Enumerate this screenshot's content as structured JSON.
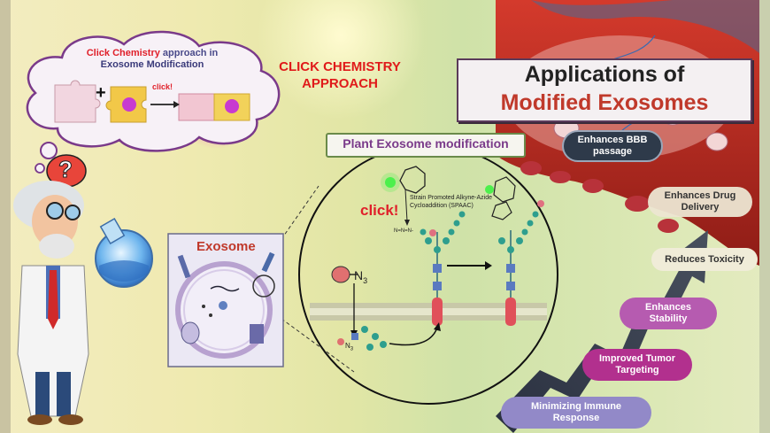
{
  "cloud": {
    "title_part1": "Click Chemistry",
    "title_part2": " approach in",
    "title_line2": "Exosome Modification",
    "plus": "+",
    "click_label": "click!"
  },
  "click_chemistry": {
    "line1": "CLICK CHEMISTRY",
    "line2": "APPROACH"
  },
  "applications": {
    "line1": "Applications of",
    "line2": "Modified Exosomes"
  },
  "plant": {
    "title": "Plant Exosome modification",
    "click_label": "click!",
    "spaac": "Strain Promoted Alkyne-Azide Cycloaddition (SPAAC)",
    "n3": "N",
    "n3_sub": "3",
    "azide": "N=N=N-",
    "n3_small": "N",
    "n3_small_sub": "3"
  },
  "exosome": {
    "title": "Exosome"
  },
  "benefits": [
    {
      "label": "Enhances BBB passage",
      "color": "#2e3a4a"
    },
    {
      "label": "Enhances Drug Delivery",
      "color": "#ece6d2"
    },
    {
      "label": "Reduces Toxicity",
      "color": "#f0ecd8"
    },
    {
      "label": "Enhances Stability",
      "color": "#b65bb0"
    },
    {
      "label": "Improved Tumor Targeting",
      "color": "#b2308e"
    },
    {
      "label": "Minimizing Immune Response",
      "color": "#9289c8"
    }
  ],
  "scientist": {
    "question_mark": "?"
  },
  "colors": {
    "red_accent": "#e0202a",
    "title_red": "#c0392b",
    "purple_title": "#7a3a8a"
  }
}
